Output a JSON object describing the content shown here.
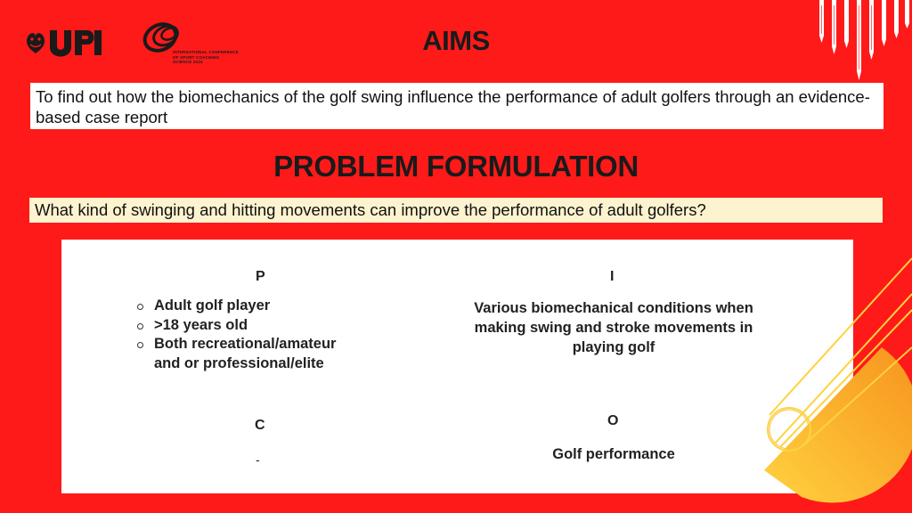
{
  "header": {
    "title": "AIMS"
  },
  "logos": {
    "upi_icon": "upi-logo-icon",
    "conference_icon": "conference-rings-logo-icon",
    "conference_lines": [
      "INTERNATIONAL CONFERENCE",
      "OF SPORT COACHING",
      "SCIENCE 2024"
    ]
  },
  "aims": {
    "text": "To find out how the biomechanics of the golf swing influence the performance of adult golfers through an evidence-based case report"
  },
  "problem": {
    "title": "PROBLEM FORMULATION",
    "question": "What kind of swinging and hitting movements can improve the performance of adult golfers?"
  },
  "pico": {
    "p": {
      "label": "P",
      "items": [
        "Adult golf player",
        ">18 years old",
        "Both recreational/amateur and or professional/elite"
      ]
    },
    "i": {
      "label": "I",
      "text": "Various biomechanical conditions when making swing and stroke movements in playing golf"
    },
    "c": {
      "label": "C",
      "text": "-"
    },
    "o": {
      "label": "O",
      "text": "Golf performance"
    }
  },
  "colors": {
    "background": "#ff1a1a",
    "question_bg": "#fdf3cf",
    "accent_orange": "#f7931e",
    "accent_yellow": "#ffd23f"
  }
}
